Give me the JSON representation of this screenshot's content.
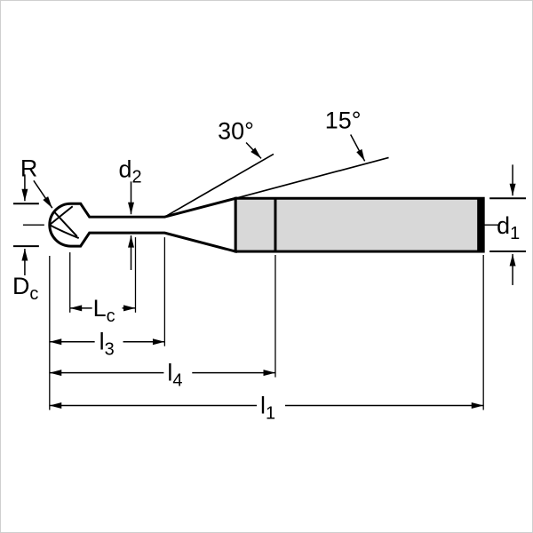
{
  "labels": {
    "radius": "R",
    "angle_30": "30°",
    "angle_15": "15°",
    "d2": {
      "main": "d",
      "sub": "2"
    },
    "d1": {
      "main": "d",
      "sub": "1"
    },
    "Dc": {
      "main": "D",
      "sub": "c"
    },
    "Lc": {
      "main": "L",
      "sub": "c"
    },
    "l3": {
      "main": "l",
      "sub": "3"
    },
    "l4": {
      "main": "l",
      "sub": "4"
    },
    "l1": {
      "main": "l",
      "sub": "1"
    }
  },
  "colors": {
    "line": "#000000",
    "shank_fill": "#d8d8d8",
    "background": "#ffffff"
  }
}
